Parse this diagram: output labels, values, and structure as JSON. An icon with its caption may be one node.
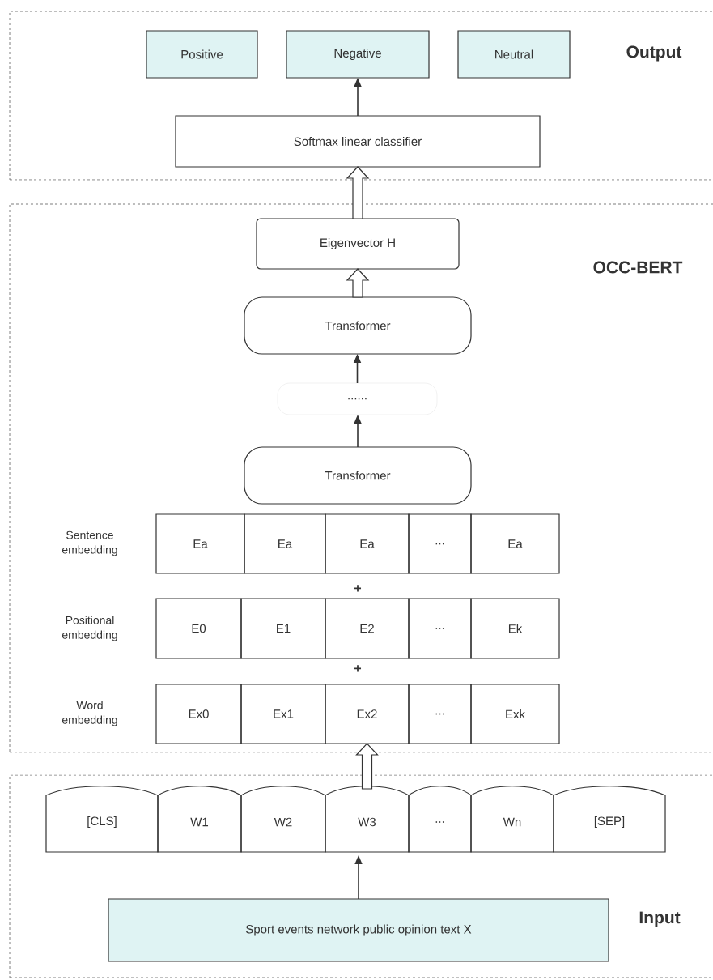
{
  "diagram": {
    "nodes": [
      {
        "text": [
          "Output"
        ]
      },
      {
        "text": [
          "Positive"
        ],
        "in": 0
      },
      {
        "text": [
          "Negative"
        ],
        "in": 0
      },
      {
        "text": [
          "Neutral"
        ],
        "in": 0
      },
      {
        "text": [
          "Softmax linear classifier"
        ],
        "in": 0
      },
      {
        "text": [
          "OCC-BERT"
        ]
      },
      {
        "text": [
          "Eigenvector H"
        ],
        "in": 5
      },
      {
        "text": [
          "Transformer"
        ],
        "in": 5
      },
      {
        "text": [
          "......"
        ],
        "in": 5
      },
      {
        "text": [
          "Transformer"
        ],
        "in": 5
      },
      {
        "text": [
          "Ea"
        ],
        "in": 5
      },
      {
        "text": [
          "Ea"
        ],
        "in": 5
      },
      {
        "text": [
          "Ea"
        ],
        "in": 5
      },
      {
        "text": [
          "..."
        ],
        "in": 5
      },
      {
        "text": [
          "Ea"
        ],
        "in": 5
      },
      {
        "text": [
          "E0"
        ],
        "in": 5
      },
      {
        "text": [
          "E1"
        ],
        "in": 5
      },
      {
        "text": [
          "E2"
        ],
        "in": 5
      },
      {
        "text": [
          "..."
        ],
        "in": 5
      },
      {
        "text": [
          "Ek"
        ],
        "in": 5
      },
      {
        "text": [
          "Ex0"
        ],
        "in": 5
      },
      {
        "text": [
          "Ex1"
        ],
        "in": 5
      },
      {
        "text": [
          "Ex2"
        ],
        "in": 5
      },
      {
        "text": [
          "..."
        ],
        "in": 5
      },
      {
        "text": [
          "Exk"
        ],
        "in": 5
      },
      {
        "text": [
          "Input"
        ]
      },
      {
        "text": [
          "[CLS]"
        ],
        "in": 25
      },
      {
        "text": [
          "W1"
        ],
        "in": 25
      },
      {
        "text": [
          "W2"
        ],
        "in": 25
      },
      {
        "text": [
          "W3"
        ],
        "in": 25
      },
      {
        "text": [
          "..."
        ],
        "in": 25
      },
      {
        "text": [
          "Wn"
        ],
        "in": 25
      },
      {
        "text": [
          "[SEP]"
        ],
        "in": 25
      },
      {
        "text": [
          "Sport events network public opinion text X"
        ],
        "in": 25
      }
    ],
    "edges": [
      {
        "from": 4,
        "to": 2,
        "arrow": "to"
      },
      {
        "from": 6,
        "to": 4,
        "arrow": "to",
        "style": "thick"
      },
      {
        "from": 7,
        "to": 6,
        "arrow": "to",
        "style": "thick"
      },
      {
        "from": 8,
        "to": 7,
        "arrow": "to"
      },
      {
        "from": 9,
        "to": 8,
        "arrow": "to"
      },
      {
        "from": 29,
        "to": 22,
        "arrow": "to",
        "style": "thick"
      },
      {
        "from": 33,
        "to": 29,
        "arrow": "to"
      }
    ],
    "labels": [
      "Sentence embedding",
      "Positional embedding",
      "Word embedding",
      "+",
      "+"
    ]
  }
}
